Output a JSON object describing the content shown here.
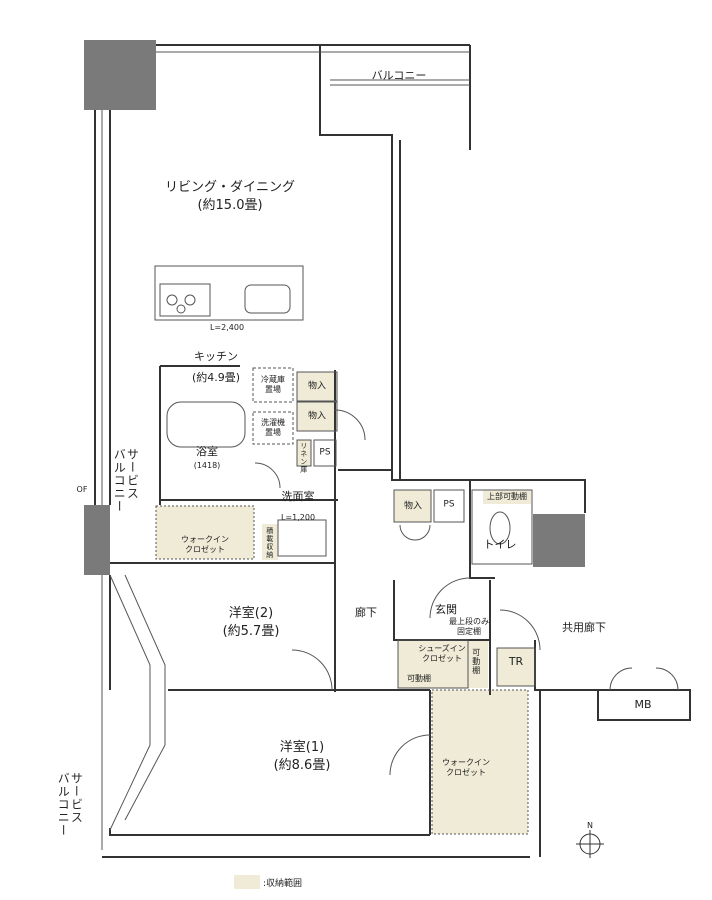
{
  "rooms": {
    "balcony_top": "バルコニー",
    "living_dining": "リビング・ダイニング",
    "living_dining_size": "(約15.0畳)",
    "counter_length": "L=2,400",
    "kitchen": "キッチン",
    "kitchen_size": "(約4.9畳)",
    "fridge": "冷蔵庫\n置場",
    "storage": "物入",
    "washer": "洗濯機\n置場",
    "linen": "リネン庫",
    "ps": "PS",
    "bathroom": "浴室",
    "bath_size": "(1418)",
    "service_balcony_upper": "サービス\nバルコニー",
    "of_label": "OF",
    "washroom": "洗面室",
    "vanity_length": "L=1,200",
    "slim_storage": "積載収納",
    "walkin_closet": "ウォークイン\nクロゼット",
    "upper_shelf": "上部可動棚",
    "toilet": "トイレ",
    "western2": "洋室(2)",
    "western2_size": "(約5.7畳)",
    "hallway": "廊下",
    "entrance": "玄関",
    "top_shelf_only": "最上段のみ\n固定棚",
    "shoes_closet": "シューズイン\nクロゼット",
    "movable_shelf": "可動棚",
    "movable_shelf_v": "可動棚",
    "tr": "TR",
    "common_corridor": "共用廊下",
    "mb": "MB",
    "western1": "洋室(1)",
    "western1_size": "(約8.6畳)",
    "walkin_closet2": "ウォークイン\nクロゼット",
    "service_balcony_lower": "サービス\nバルコニー",
    "north": "N"
  },
  "legend": {
    "text": ":収納範囲",
    "color": "#efebd7"
  },
  "colors": {
    "wall": "#7a7a7a",
    "storage": "#efebd7",
    "line": "#333333"
  }
}
